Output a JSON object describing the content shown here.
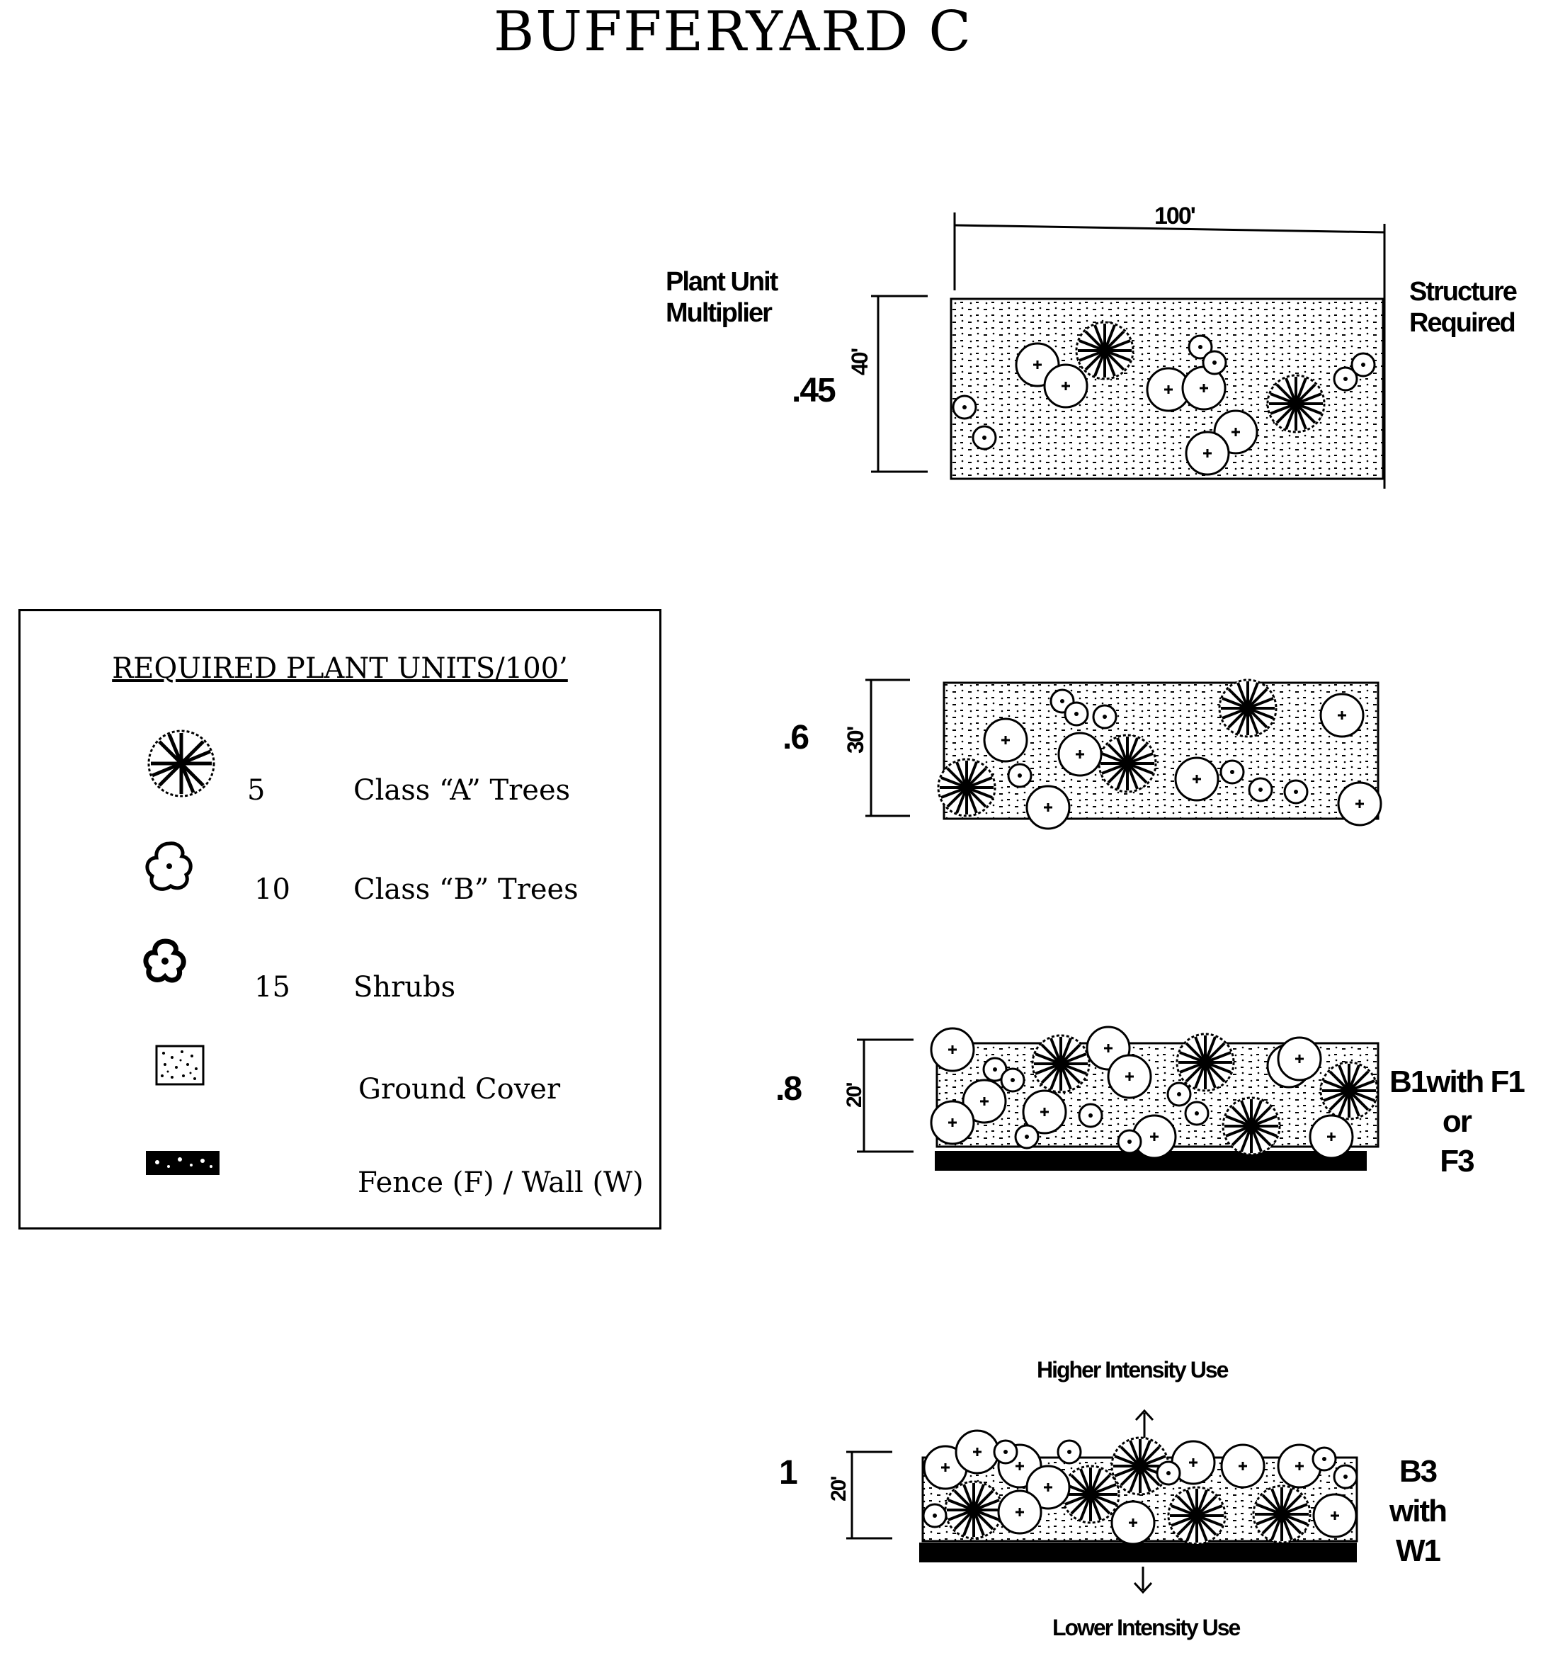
{
  "title": "BUFFERYARD C",
  "legend": {
    "heading": "REQUIRED PLANT UNITS/100’",
    "items": [
      {
        "icon": "class-a-tree-icon",
        "qty": "5",
        "label": "Class “A” Trees"
      },
      {
        "icon": "class-b-tree-icon",
        "qty": "10",
        "label": "Class “B” Trees"
      },
      {
        "icon": "shrub-icon",
        "qty": "15",
        "label": "Shrubs"
      },
      {
        "icon": "ground-cover-icon",
        "qty": "",
        "label": "Ground Cover"
      },
      {
        "icon": "fence-wall-icon",
        "qty": "",
        "label": "Fence (F) / Wall (W)"
      }
    ]
  },
  "headers": {
    "multiplier": "Plant Unit\nMultiplier",
    "structure": "Structure\nRequired"
  },
  "diagrams": [
    {
      "multiplier": ".45",
      "depth": "40'",
      "width": "100'",
      "structure": ""
    },
    {
      "multiplier": ".6",
      "depth": "30'",
      "structure": ""
    },
    {
      "multiplier": ".8",
      "depth": "20'",
      "structure": "B1with F1\nor\nF3"
    },
    {
      "multiplier": "1",
      "depth": "20'",
      "structure": "B3\nwith\nW1",
      "top_note": "Higher Intensity Use",
      "bottom_note": "Lower Intensity Use"
    }
  ]
}
